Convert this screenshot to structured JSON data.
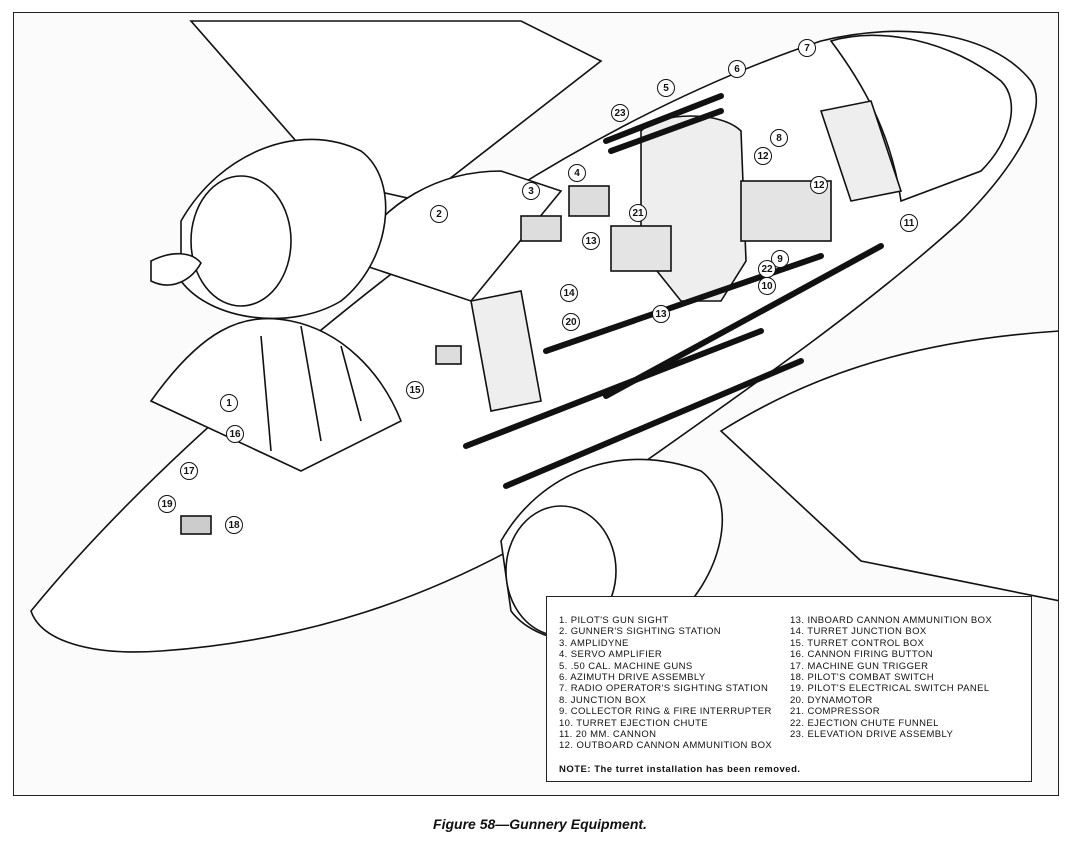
{
  "figure": {
    "caption": "Figure 58—Gunnery Equipment.",
    "callouts": [
      "1",
      "2",
      "3",
      "4",
      "5",
      "6",
      "7",
      "8",
      "9",
      "10",
      "11",
      "12",
      "12",
      "13",
      "13",
      "14",
      "15",
      "16",
      "17",
      "18",
      "19",
      "20",
      "21",
      "22",
      "23"
    ],
    "legend": {
      "left": [
        "1. Pilot's gun sight",
        "2. Gunner's sighting station",
        "3. Amplidyne",
        "4. Servo amplifier",
        "5. .50 cal. machine guns",
        "6. Azimuth drive assembly",
        "7. Radio operator's sighting station",
        "8. Junction box",
        "9. Collector ring & fire interrupter",
        "10. Turret ejection chute",
        "11. 20 mm. cannon",
        "12. Outboard cannon ammunition box"
      ],
      "right": [
        "13. Inboard cannon ammunition box",
        "14. Turret junction box",
        "15. Turret control box",
        "16. Cannon firing button",
        "17. Machine gun trigger",
        "18. Pilot's combat switch",
        "19. Pilot's electrical switch panel",
        "20. Dynamotor",
        "21. Compressor",
        "22. Ejection chute funnel",
        "23. Elevation drive assembly"
      ],
      "note": "NOTE: The turret installation has been removed."
    }
  }
}
